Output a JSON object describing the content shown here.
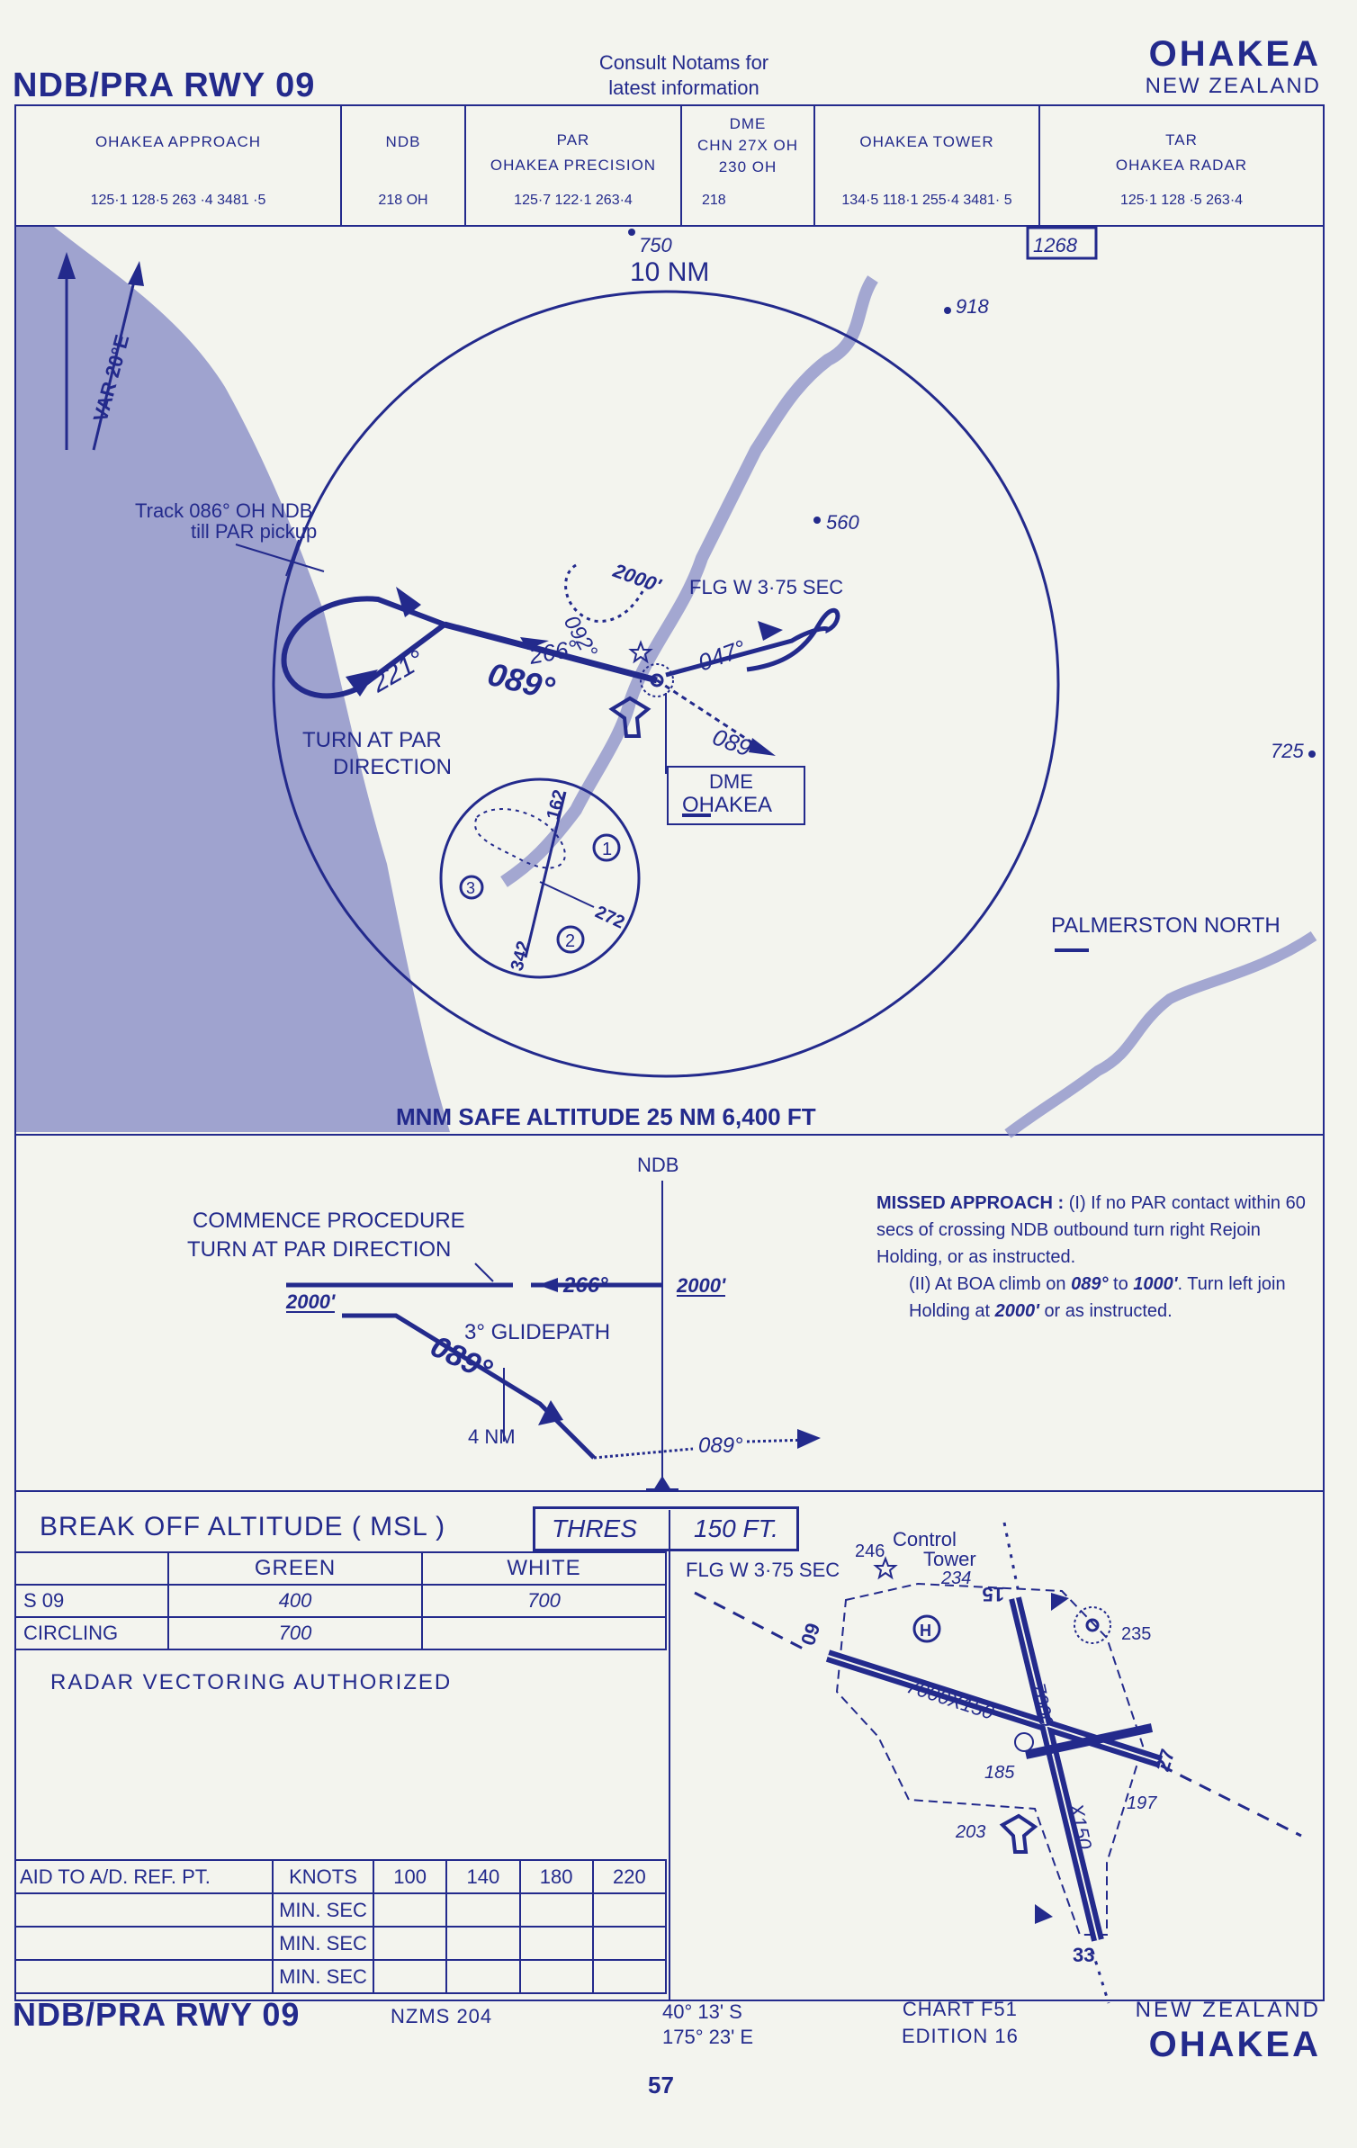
{
  "header": {
    "title": "NDB/PRA RWY 09",
    "notams": [
      "Consult Notams for",
      "latest information"
    ],
    "place": "OHAKEA",
    "country": "NEW ZEALAND"
  },
  "freq": {
    "approach": {
      "name": "OHAKEA APPROACH",
      "vals": "125·1  128·5   263 ·4  3481 ·5"
    },
    "ndb": {
      "name": "NDB",
      "vals": "218      OH"
    },
    "par": {
      "name": "PAR",
      "name2": "OHAKEA  PRECISION",
      "vals": "125·7        122·1          263·4"
    },
    "dme": {
      "name": "DME",
      "line2": "CHN 27X  OH",
      "line3": "230            OH",
      "vals": "218"
    },
    "tower": {
      "name": "OHAKEA TOWER",
      "vals": "134·5  118·1  255·4  3481· 5"
    },
    "tar": {
      "name": "TAR",
      "name2": "OHAKEA RADAR",
      "vals": "125·1        128 ·5         263·4"
    }
  },
  "plan": {
    "spot_750": "750",
    "spot_918": "918",
    "spot_560": "560",
    "spot_725": "725",
    "spot_1268": "1268",
    "range": "10 NM",
    "var_label": "VAR  20°E",
    "track_note_1": "Track  086°  OH  NDB",
    "track_note_2": "till PAR  pickup",
    "light": "FLG  W 3·75 SEC",
    "alt_2000": "2000'",
    "hdg_221": "221°",
    "hdg_266": "266°",
    "hdg_089": "089°",
    "hdg_092": "092°",
    "hdg_047": "047°",
    "hdg_089_out": "089°",
    "turn_note_1": "TURN AT PAR",
    "turn_note_2": "DIRECTION",
    "dme_1": "DME",
    "dme_2": "OHAKEA",
    "inset_162": "162",
    "inset_272": "272",
    "inset_342": "342",
    "inset_n1": "1",
    "inset_n2": "2",
    "inset_n3": "3",
    "palmerston": "PALMERSTON NORTH",
    "msa": "MNM SAFE ALTITUDE  25 NM  6,400 FT"
  },
  "profile": {
    "ndb": "NDB",
    "commence_1": "COMMENCE PROCEDURE",
    "commence_2": "TURN AT PAR DIRECTION",
    "alt_left": "2000'",
    "alt_right": "2000'",
    "hdg_266": "266°",
    "glidepath": "3° GLIDEPATH",
    "hdg_089": "089°",
    "dist": "4 NM",
    "hdg_089_ma": "089°"
  },
  "missed": {
    "title": "MISSED APPROACH :",
    "p1": "(I)  If no PAR contact within 60 secs of crossing NDB outbound  turn  right  Rejoin Holding, or as instructed.",
    "p2a": "(II) At BOA climb on",
    "p2b": "089°",
    "p2c": "to",
    "p2d": "1000'",
    "p2e": ". Turn left join Holding at",
    "p2f": "2000'",
    "p2g": "or as instructed."
  },
  "boa": {
    "title": "BREAK  OFF  ALTITUDE   ( MSL )",
    "thres_label": "THRES",
    "thres_val": "150 FT.",
    "col_green": "GREEN",
    "col_white": "WHITE",
    "rows": [
      {
        "label": "S  09",
        "green": "400",
        "white": "700"
      },
      {
        "label": "CIRCLING",
        "green": "700",
        "white": ""
      }
    ],
    "radar": "RADAR  VECTORING  AUTHORIZED"
  },
  "aid": {
    "label": "AID TO A/D. REF. PT.",
    "knots": "KNOTS",
    "minsec": "MIN. SEC",
    "speeds": [
      "100",
      "140",
      "180",
      "220"
    ]
  },
  "aerodrome": {
    "light": "FLG  W 3·75 SEC",
    "spot_246": "246",
    "control_1": "Control",
    "control_2": "Tower",
    "spot_234": "234",
    "spot_235": "235",
    "spot_185": "185",
    "spot_197": "197",
    "spot_203": "203",
    "rwy_main": "7000X150",
    "rwy_cross": "7000",
    "rwy_cross2": "X150",
    "rwy_09": "09",
    "rwy_27": "27",
    "rwy_15": "15",
    "rwy_33": "33",
    "h": "H"
  },
  "footer": {
    "title": "NDB/PRA RWY 09",
    "nzms": "NZMS 204",
    "lat": "40° 13' S",
    "lon": "175° 23' E",
    "chart": "CHART F51",
    "edition": "EDITION 16",
    "country": "NEW ZEALAND",
    "place": "OHAKEA",
    "page": "57"
  },
  "colors": {
    "ink": "#232a8c",
    "paper": "#f3f4ee",
    "terrain": "#8f94c9"
  }
}
